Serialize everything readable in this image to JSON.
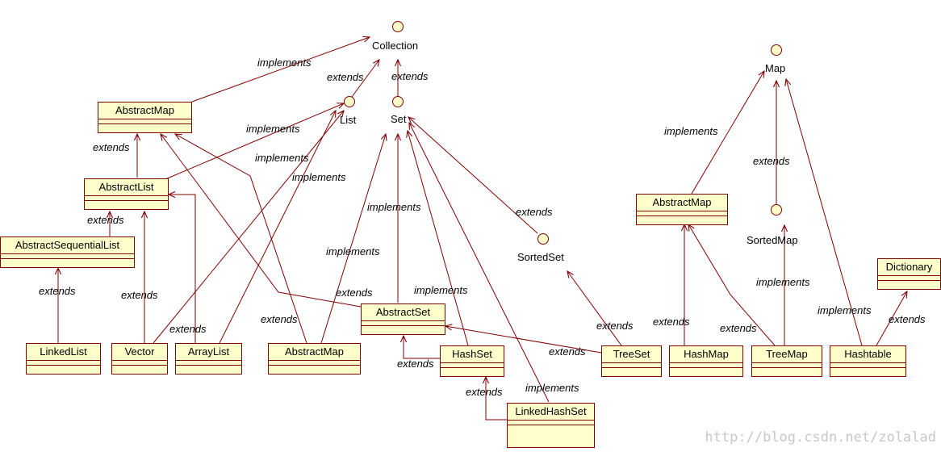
{
  "interfaces": {
    "collection": "Collection",
    "list": "List",
    "set": "Set",
    "sorted_set": "SortedSet",
    "map": "Map",
    "sorted_map": "SortedMap"
  },
  "classes": {
    "abstract_map_left": "AbstractMap",
    "abstract_list": "AbstractList",
    "abstract_sequential_list": "AbstractSequentialList",
    "linked_list": "LinkedList",
    "vector": "Vector",
    "array_list": "ArrayList",
    "abstract_map_mid": "AbstractMap",
    "abstract_set": "AbstractSet",
    "hash_set": "HashSet",
    "linked_hash_set": "LinkedHashSet",
    "tree_set": "TreeSet",
    "abstract_map_right": "AbstractMap",
    "hash_map": "HashMap",
    "tree_map": "TreeMap",
    "hashtable": "Hashtable",
    "dictionary": "Dictionary"
  },
  "edge_labels": {
    "implements": "implements",
    "extends": "extends"
  },
  "watermark": "http://blog.csdn.net/zolalad",
  "colors": {
    "box_fill": "#ffffcc",
    "line": "#800000",
    "watermark": "#c8c8c8"
  }
}
